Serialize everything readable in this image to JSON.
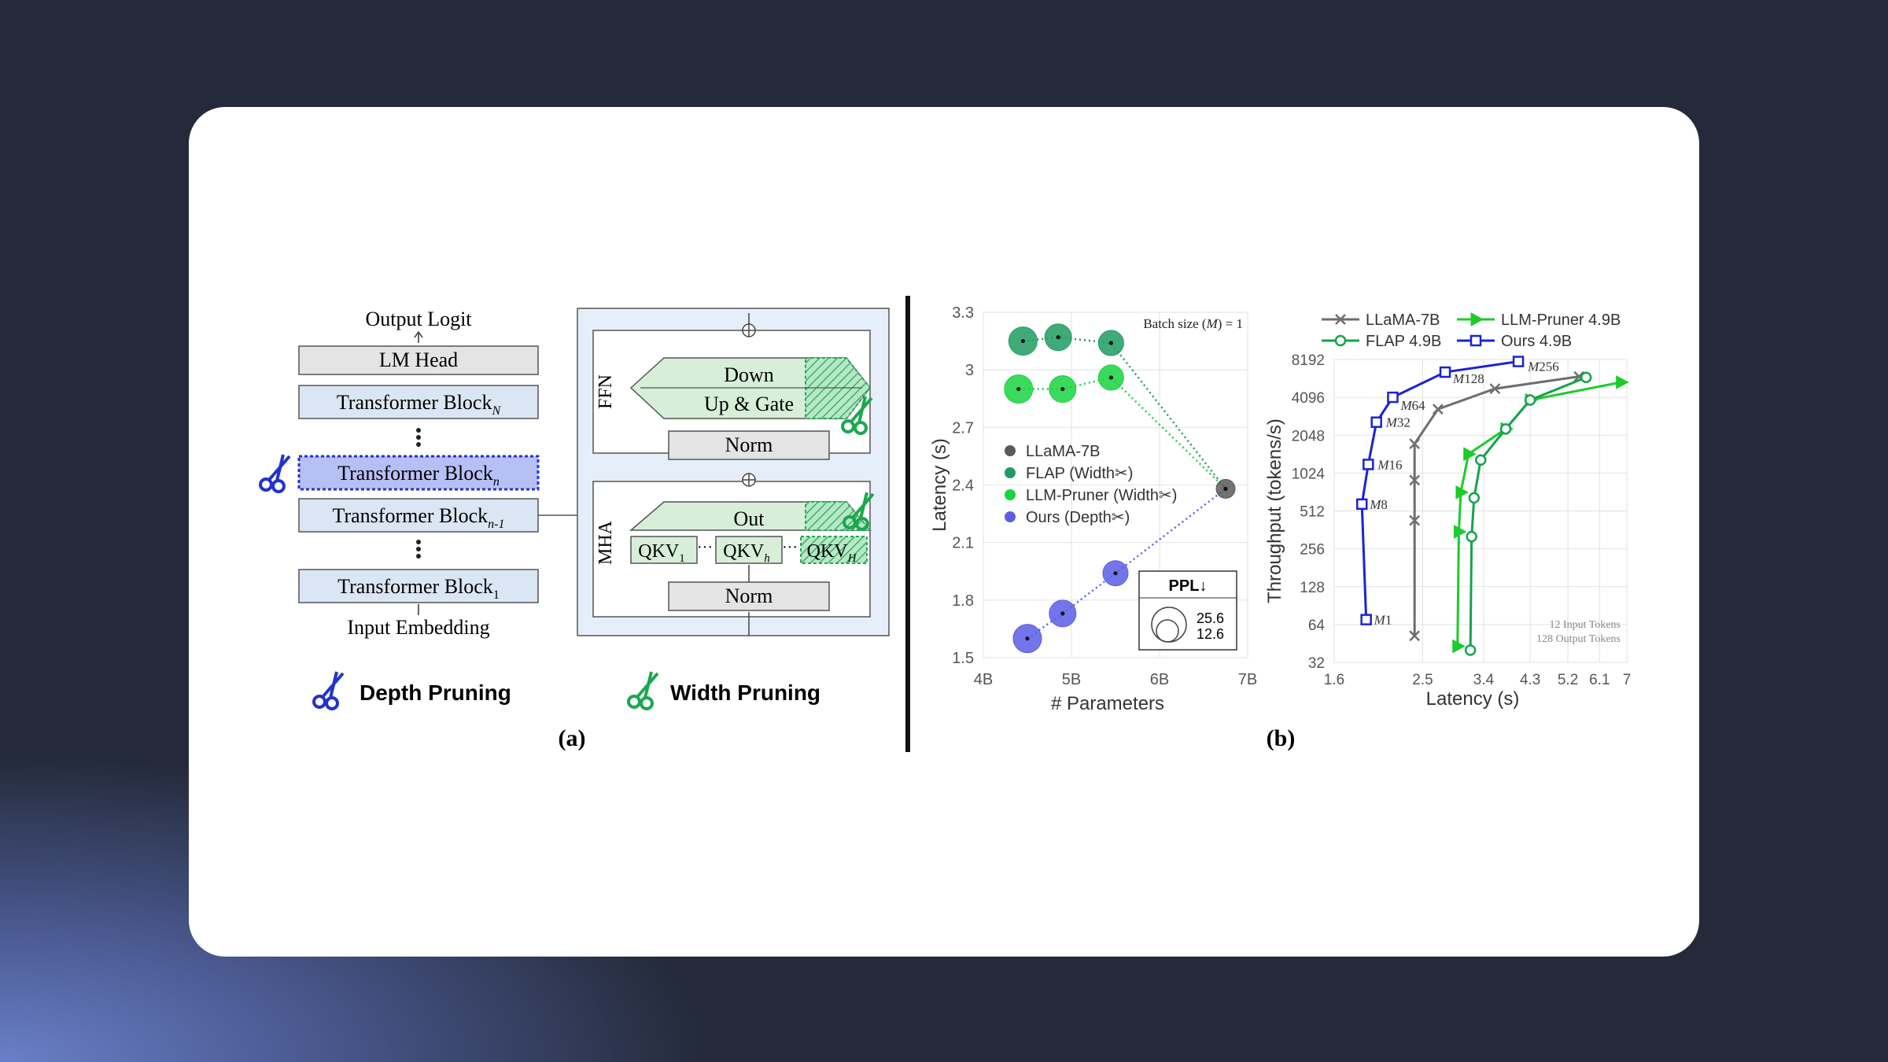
{
  "panel_a": {
    "caption": "(a)",
    "output_logit": "Output Logit",
    "lm_head": "LM Head",
    "block_label": "Transformer Block",
    "block_sub_N": "N",
    "block_sub_n": "n",
    "block_sub_n1": "n-1",
    "block_sub_1": "1",
    "input_embedding": "Input Embedding",
    "ffn": "FFN",
    "down": "Down",
    "up_gate": "Up & Gate",
    "norm": "Norm",
    "mha": "MHA",
    "out": "Out",
    "qkv": "QKV",
    "qkv_sub_1": "1",
    "qkv_sub_h": "h",
    "qkv_sub_H": "H",
    "qkv_dots": "···",
    "depth_pruning": "Depth Pruning",
    "width_pruning": "Width Pruning",
    "colors": {
      "depth": "#2233cc",
      "width": "#1aa84f",
      "block_fill": "#dae6f3",
      "panel_fill": "#e6eff9"
    }
  },
  "panel_b": {
    "caption": "(b)"
  },
  "chart_data": [
    {
      "type": "scatter",
      "xlabel": "# Parameters",
      "ylabel": "Latency (s)",
      "xticks": [
        "4B",
        "5B",
        "6B",
        "7B"
      ],
      "yticks": [
        "1.5",
        "1.8",
        "2.1",
        "2.4",
        "2.7",
        "3",
        "3.3"
      ],
      "xlim": [
        4,
        7
      ],
      "ylim": [
        1.5,
        3.3
      ],
      "annotation_prefix": "Batch size (",
      "annotation_var": "M",
      "annotation_suffix": ") = 1",
      "size_legend": {
        "title": "PPL",
        "arrow": "↓",
        "values": [
          "25.6",
          "12.6"
        ]
      },
      "series": [
        {
          "name": "LLaMA-7B",
          "color": "#5a5a5a",
          "points": [
            [
              6.75,
              2.38
            ]
          ],
          "radius": [
            12
          ]
        },
        {
          "name": "FLAP (Width",
          "color": "#1f9c62",
          "points": [
            [
              4.45,
              3.15
            ],
            [
              4.85,
              3.17
            ],
            [
              5.45,
              3.14
            ]
          ],
          "radius": [
            18,
            17,
            16
          ]
        },
        {
          "name": "LLM-Pruner (Width",
          "color": "#19d33f",
          "points": [
            [
              4.4,
              2.9
            ],
            [
              4.9,
              2.9
            ],
            [
              5.45,
              2.96
            ]
          ],
          "radius": [
            18,
            17,
            16
          ]
        },
        {
          "name": "Ours (Depth",
          "color": "#5b5ee6",
          "points": [
            [
              4.5,
              1.6
            ],
            [
              4.9,
              1.73
            ],
            [
              5.5,
              1.94
            ]
          ],
          "radius": [
            18,
            17,
            16
          ]
        }
      ],
      "legend_suffix": ")"
    },
    {
      "type": "line",
      "xlabel": "Latency (s)",
      "ylabel": "Throughput (tokens/s)",
      "xticks": [
        "1.6",
        "2.5",
        "3.4",
        "4.3",
        "5.2",
        "6.1",
        "7"
      ],
      "yticks": [
        "32",
        "64",
        "128",
        "256",
        "512",
        "1024",
        "2048",
        "4096",
        "8192"
      ],
      "xlim": [
        1.6,
        7
      ],
      "ylim": [
        32,
        8192
      ],
      "note": [
        "12 Input Tokens",
        "128 Output Tokens"
      ],
      "series": [
        {
          "name": "LLaMA-7B",
          "color": "#6e6e6e",
          "marker": "x",
          "points": [
            [
              2.4,
              52
            ],
            [
              2.4,
              430
            ],
            [
              2.4,
              900
            ],
            [
              2.4,
              1750
            ],
            [
              2.7,
              3300
            ],
            [
              3.6,
              4800
            ],
            [
              5.5,
              6000
            ]
          ]
        },
        {
          "name": "LLM-Pruner 4.9B",
          "color": "#1bcc2a",
          "marker": "triangle",
          "points": [
            [
              2.98,
              43
            ],
            [
              3.0,
              350
            ],
            [
              3.03,
              720
            ],
            [
              3.15,
              1450
            ],
            [
              3.8,
              2300
            ],
            [
              4.3,
              3900
            ],
            [
              6.8,
              5400
            ]
          ]
        },
        {
          "name": "FLAP 4.9B",
          "color": "#15a34c",
          "marker": "circle",
          "points": [
            [
              3.18,
              40
            ],
            [
              3.2,
              320
            ],
            [
              3.24,
              650
            ],
            [
              3.35,
              1300
            ],
            [
              3.8,
              2300
            ],
            [
              4.3,
              3900
            ],
            [
              5.7,
              5900
            ]
          ]
        },
        {
          "name": "Ours 4.9B",
          "color": "#1b22d6",
          "marker": "square",
          "points": [
            [
              1.88,
              70
            ],
            [
              1.84,
              580
            ],
            [
              1.9,
              1200
            ],
            [
              1.98,
              2600
            ],
            [
              2.15,
              4100
            ],
            [
              2.8,
              6500
            ],
            [
              4.05,
              7900
            ]
          ]
        }
      ],
      "point_labels": [
        {
          "prefix": "M",
          "num": "1"
        },
        {
          "prefix": "M",
          "num": "8"
        },
        {
          "prefix": "M",
          "num": "16"
        },
        {
          "prefix": "M",
          "num": "32"
        },
        {
          "prefix": "M",
          "num": "64"
        },
        {
          "prefix": "M",
          "num": "128"
        },
        {
          "prefix": "M",
          "num": "256"
        }
      ]
    }
  ]
}
